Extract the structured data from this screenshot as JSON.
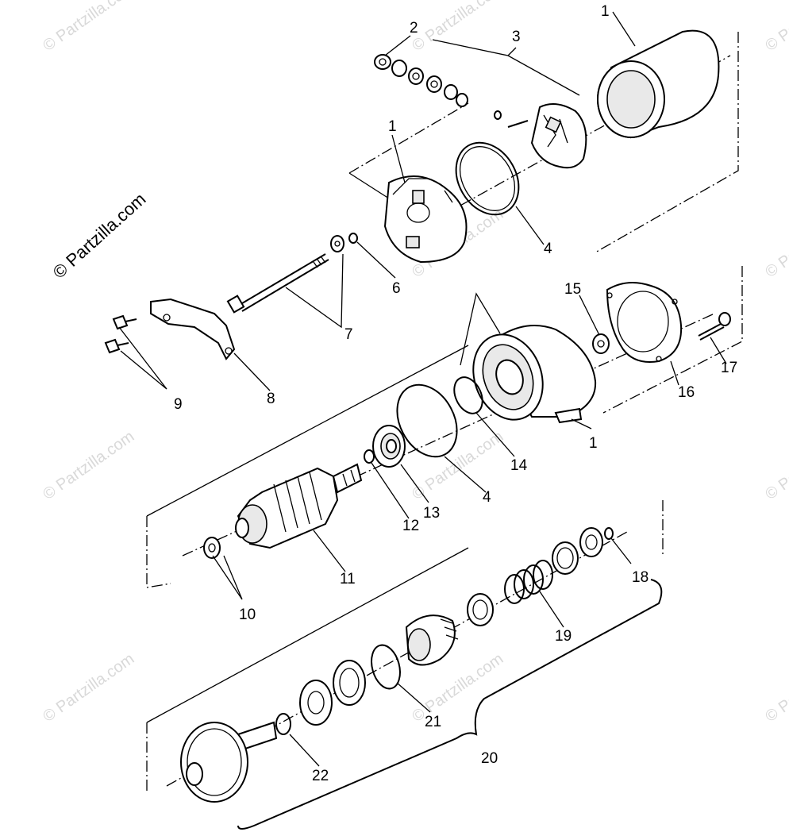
{
  "watermark": {
    "main": "© Partzilla.com",
    "tile": "© Partzilla.com"
  },
  "callouts": [
    {
      "id": "c1a",
      "text": "1"
    },
    {
      "id": "c1b",
      "text": "1"
    },
    {
      "id": "c1c",
      "text": "1"
    },
    {
      "id": "c2",
      "text": "2"
    },
    {
      "id": "c3",
      "text": "3"
    },
    {
      "id": "c4a",
      "text": "4"
    },
    {
      "id": "c4b",
      "text": "4"
    },
    {
      "id": "c6",
      "text": "6"
    },
    {
      "id": "c7",
      "text": "7"
    },
    {
      "id": "c8",
      "text": "8"
    },
    {
      "id": "c9",
      "text": "9"
    },
    {
      "id": "c10",
      "text": "10"
    },
    {
      "id": "c11",
      "text": "11"
    },
    {
      "id": "c12",
      "text": "12"
    },
    {
      "id": "c13",
      "text": "13"
    },
    {
      "id": "c14",
      "text": "14"
    },
    {
      "id": "c15",
      "text": "15"
    },
    {
      "id": "c16",
      "text": "16"
    },
    {
      "id": "c17",
      "text": "17"
    },
    {
      "id": "c18",
      "text": "18"
    },
    {
      "id": "c19",
      "text": "19"
    },
    {
      "id": "c20",
      "text": "20"
    },
    {
      "id": "c21",
      "text": "21"
    },
    {
      "id": "c22",
      "text": "22"
    }
  ]
}
